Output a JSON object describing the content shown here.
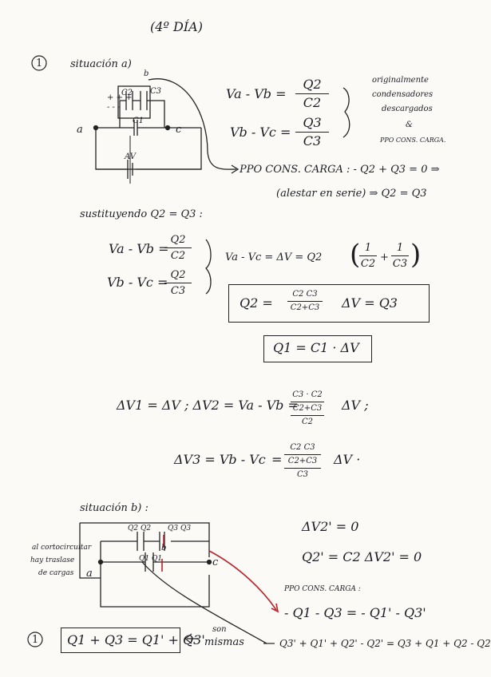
{
  "header": {
    "title": "(4º DÍA)"
  },
  "section1": {
    "number": "1",
    "label": "situación a)",
    "circuit": {
      "node_a": "a",
      "node_b": "b",
      "node_c": "c",
      "cap1": "C1",
      "cap2": "C2",
      "cap3": "C3",
      "source": "AV",
      "plus_signs": "+ + +",
      "minus_signs": "- - -"
    },
    "eq_ab": {
      "lhs": "Va - Vb  =",
      "num": "Q2",
      "den": "C2"
    },
    "eq_bc": {
      "lhs": "Vb - Vc  =",
      "num": "Q3",
      "den": "C3"
    },
    "note": {
      "line1": "originalmente",
      "line2": "condensadores",
      "line3": "descargados",
      "line4": "&",
      "line5": "PPO CONS. CARGA."
    },
    "charge_cons": {
      "text": "PPO CONS. CARGA :  - Q2 + Q3 = 0  ⇒"
    },
    "series_note": {
      "text": "(alestar en serie) ⇒ Q2 = Q3"
    },
    "substituting": {
      "text": "sustituyendo  Q2 = Q3 :"
    },
    "sub_ab": {
      "lhs": "Va - Vb  =",
      "num": "Q2",
      "den": "C2"
    },
    "sub_bc": {
      "lhs": "Vb - Vc  =",
      "num": "Q2",
      "den": "C3"
    },
    "sum_eq": {
      "lhs": "Va - Vc = ΔV =  Q2",
      "paren_open": "(",
      "n1": "1",
      "d1": "C2",
      "plus": "+",
      "n2": "1",
      "d2": "C3",
      "paren_close": ")"
    },
    "q2_result": {
      "lhs": "Q2  =",
      "num": "C2 C3",
      "den": "C2+C3",
      "rhs": "ΔV  = Q3"
    },
    "q1_result": {
      "text": "Q1 = C1 · ΔV"
    },
    "dv1": {
      "text": "ΔV1 = ΔV   ;   ΔV2 = Va - Vb  =",
      "num": "C3 · C2",
      "den": "C2+C3",
      "den2": "C2",
      "rhs": "ΔV  ;"
    },
    "dv3": {
      "lhs": "ΔV3  = Vb - Vc",
      "eq": "=",
      "num": "C2 C3",
      "den": "C2+C3",
      "den2": "C3",
      "rhs": "ΔV ·"
    }
  },
  "section2": {
    "label": "situación b) :",
    "side_note": {
      "line1": "al cortocircuitar",
      "line2": "hay traslase",
      "line3": "de cargas"
    },
    "circuit": {
      "node_a": "a",
      "node_b": "b",
      "node_c": "c",
      "cap1": "Q1 Q1",
      "cap2": "Q2 Q2",
      "cap3": "Q3 Q3"
    },
    "dv2p": {
      "text": "ΔV2' = 0"
    },
    "q2p": {
      "text": "Q2' = C2 ΔV2' = 0"
    },
    "ppo": {
      "text": "PPO CONS. CARGA :"
    },
    "cons_eq": {
      "text": "- Q1 - Q3  =  - Q1' - Q3'"
    },
    "final_eq": {
      "text": "Q3' + Q1' + Q2' - Q2'  = Q3 + Q1 + Q2 - Q2"
    },
    "circled_num": "1",
    "boxed": {
      "text": "Q1 + Q3 = Q1' + Q3'"
    },
    "son_iguales": {
      "line1": "son",
      "line2": "mismas"
    }
  }
}
